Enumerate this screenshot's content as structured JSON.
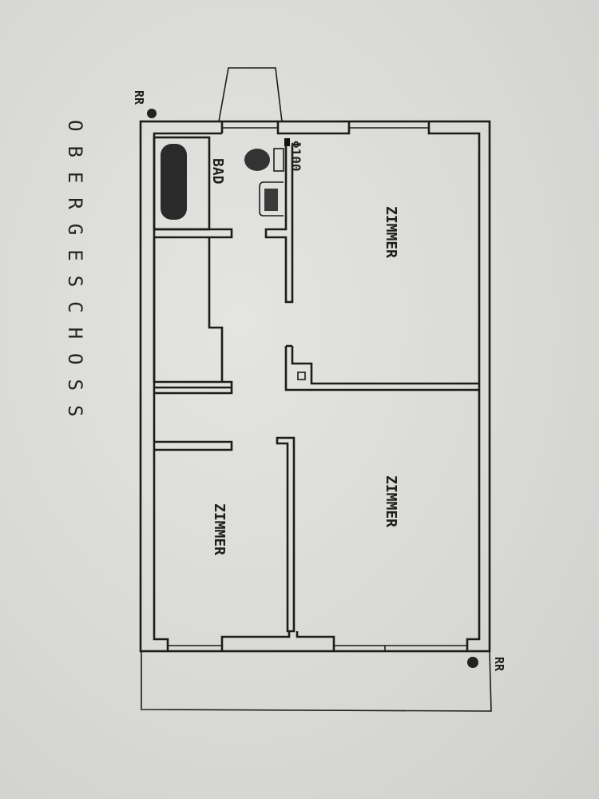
{
  "title": "OBERGESCHOSS",
  "rooms": {
    "bath": "BAD",
    "room_top_right": "ZIMMER",
    "room_bottom_right": "ZIMMER",
    "room_bottom_left": "ZIMMER"
  },
  "annotations": {
    "pipe_diameter": "Φ100",
    "rain_pipe_top": "RR",
    "rain_pipe_bottom": "RR"
  }
}
